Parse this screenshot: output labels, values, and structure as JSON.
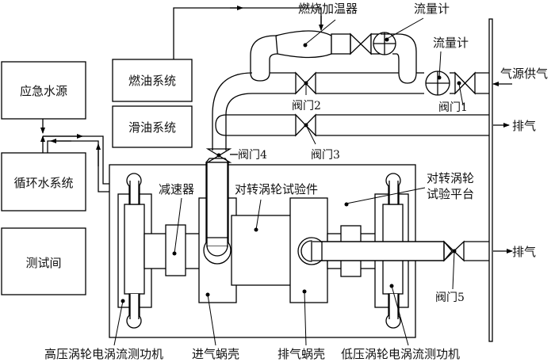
{
  "diagram": {
    "type": "system-schematic",
    "subject": "counter-rotating turbine test platform"
  },
  "systems": {
    "emergency_water": "应急水源",
    "circulating_water": "循环水系统",
    "test_room": "测试间",
    "fuel_system": "燃油系统",
    "lube_system": "滑油系统"
  },
  "components": {
    "combustion_heater": "燃烧加温器",
    "flowmeter_top": "流量计",
    "flowmeter_right": "流量计",
    "air_supply": "气源供气",
    "exhaust_top": "排气",
    "exhaust_bottom": "排气",
    "valve1": "阀门1",
    "valve2": "阀门2",
    "valve3": "阀门3",
    "valve4": "阀门4",
    "valve5": "阀门5",
    "reducer": "减速器",
    "test_piece": "对转涡轮试验件",
    "platform_line1": "对转涡轮",
    "platform_line2": "试验平台",
    "hp_dyno": "高压涡轮电涡流测功机",
    "inlet_volute": "进气蜗壳",
    "exhaust_volute": "排气蜗壳",
    "lp_dyno": "低压涡轮电涡流测功机"
  }
}
